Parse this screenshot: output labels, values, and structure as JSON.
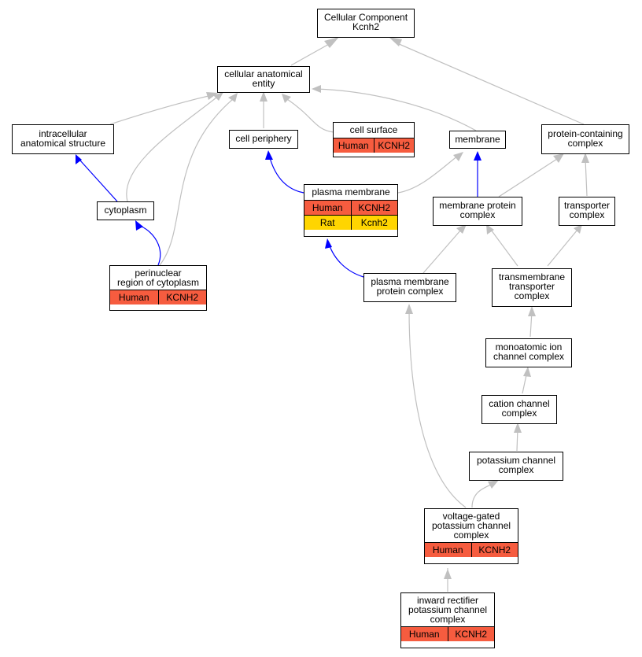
{
  "colors": {
    "edge_gray": "#c0c0c0",
    "edge_blue": "#0000ff",
    "human": "#f65c3f",
    "rat": "#ffd500"
  },
  "nodes": [
    {
      "id": "root",
      "lines": [
        "Cellular Component",
        "Kcnh2"
      ],
      "rows": []
    },
    {
      "id": "cae",
      "lines": [
        "cellular anatomical",
        "entity"
      ],
      "rows": []
    },
    {
      "id": "ias",
      "lines": [
        "intracellular",
        "anatomical structure"
      ],
      "rows": []
    },
    {
      "id": "cp",
      "lines": [
        "cell periphery"
      ],
      "rows": []
    },
    {
      "id": "cs",
      "lines": [
        "cell surface"
      ],
      "rows": [
        {
          "species": "Human",
          "gene": "KCNH2"
        }
      ]
    },
    {
      "id": "mem",
      "lines": [
        "membrane"
      ],
      "rows": []
    },
    {
      "id": "pcc",
      "lines": [
        "protein-containing",
        "complex"
      ],
      "rows": []
    },
    {
      "id": "cyto",
      "lines": [
        "cytoplasm"
      ],
      "rows": []
    },
    {
      "id": "pm",
      "lines": [
        "plasma membrane"
      ],
      "rows": [
        {
          "species": "Human",
          "gene": "KCNH2"
        },
        {
          "species": "Rat",
          "gene": "Kcnh2"
        }
      ]
    },
    {
      "id": "mpc",
      "lines": [
        "membrane protein",
        "complex"
      ],
      "rows": []
    },
    {
      "id": "tc",
      "lines": [
        "transporter",
        "complex"
      ],
      "rows": []
    },
    {
      "id": "peri",
      "lines": [
        "perinuclear",
        "region of cytoplasm"
      ],
      "rows": [
        {
          "species": "Human",
          "gene": "KCNH2"
        }
      ]
    },
    {
      "id": "pmpc",
      "lines": [
        "plasma membrane",
        "protein complex"
      ],
      "rows": []
    },
    {
      "id": "ttc",
      "lines": [
        "transmembrane",
        "transporter",
        "complex"
      ],
      "rows": []
    },
    {
      "id": "mic",
      "lines": [
        "monoatomic ion",
        "channel complex"
      ],
      "rows": []
    },
    {
      "id": "ccc",
      "lines": [
        "cation channel",
        "complex"
      ],
      "rows": []
    },
    {
      "id": "pcc2",
      "lines": [
        "potassium channel",
        "complex"
      ],
      "rows": []
    },
    {
      "id": "vgpc",
      "lines": [
        "voltage-gated",
        "potassium channel",
        "complex"
      ],
      "rows": [
        {
          "species": "Human",
          "gene": "KCNH2"
        }
      ]
    },
    {
      "id": "irpc",
      "lines": [
        "inward rectifier",
        "potassium channel",
        "complex"
      ],
      "rows": [
        {
          "species": "Human",
          "gene": "KCNH2"
        }
      ]
    }
  ]
}
